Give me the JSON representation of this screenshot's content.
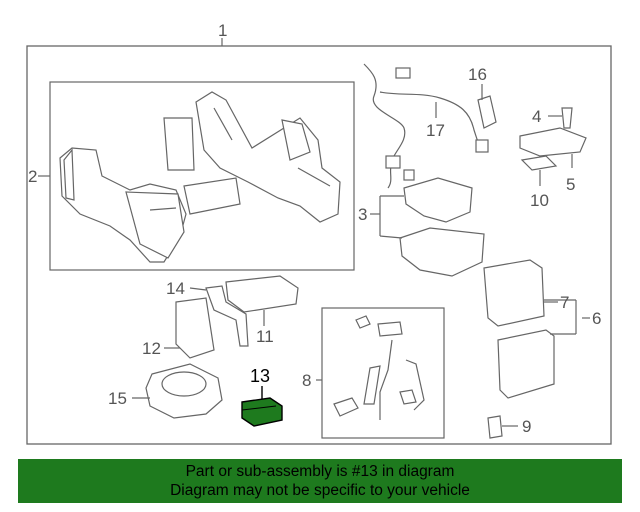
{
  "diagram": {
    "callouts": {
      "c1": "1",
      "c2": "2",
      "c3": "3",
      "c4": "4",
      "c5": "5",
      "c6": "6",
      "c7": "7",
      "c8": "8",
      "c9": "9",
      "c10": "10",
      "c11": "11",
      "c12": "12",
      "c13": "13",
      "c14": "14",
      "c15": "15",
      "c16": "16",
      "c17": "17"
    },
    "highlighted_part": "13",
    "colors": {
      "highlight_part": "#1e7a1e",
      "footer_bg": "#1e7a1e",
      "line": "#666666"
    }
  },
  "footer": {
    "line1": "Part or sub-assembly is #13 in diagram",
    "line2": "Diagram may not be specific to your vehicle"
  }
}
